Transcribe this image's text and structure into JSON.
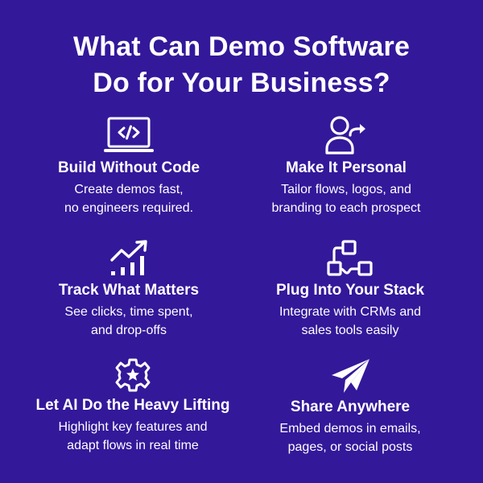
{
  "header": {
    "title_line1": "What Can Demo Software",
    "title_line2": "Do for Your Business?"
  },
  "colors": {
    "background": "#33189a",
    "text": "#ffffff"
  },
  "features": [
    {
      "icon": "laptop-code-icon",
      "title": "Build Without Code",
      "desc_line1": "Create demos fast,",
      "desc_line2": "no engineers required."
    },
    {
      "icon": "user-arrow-icon",
      "title": "Make It Personal",
      "desc_line1": "Tailor flows, logos, and",
      "desc_line2": "branding to each prospect"
    },
    {
      "icon": "chart-trend-icon",
      "title": "Track What Matters",
      "desc_line1": "See clicks, time spent,",
      "desc_line2": "and drop-offs"
    },
    {
      "icon": "integration-nodes-icon",
      "title": "Plug Into Your Stack",
      "desc_line1": "Integrate with CRMs and",
      "desc_line2": "sales tools easily"
    },
    {
      "icon": "gear-star-icon",
      "title": "Let AI Do the Heavy Lifting",
      "desc_line1": "Highlight key features and",
      "desc_line2": "adapt flows in real time"
    },
    {
      "icon": "paper-plane-icon",
      "title": "Share Anywhere",
      "desc_line1": "Embed demos in emails,",
      "desc_line2": "pages, or social posts"
    }
  ]
}
